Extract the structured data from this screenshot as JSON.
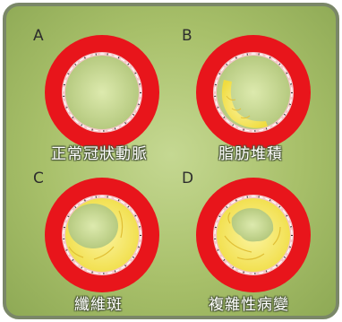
{
  "artery_panels": [
    {
      "letter": "A",
      "caption": "正常冠狀動脈"
    },
    {
      "letter": "B",
      "caption": "脂肪堆積"
    },
    {
      "letter": "C",
      "caption": "纖維斑"
    },
    {
      "letter": "D",
      "caption": "複雜性病變"
    }
  ],
  "colors": {
    "panel_background": "#b4c97c",
    "panel_border": "#7a8768",
    "artery_wall": "#e8151b",
    "intima": "#f3c1c3",
    "plaque": "#f5ea63",
    "caption_text": "#ffffff"
  }
}
